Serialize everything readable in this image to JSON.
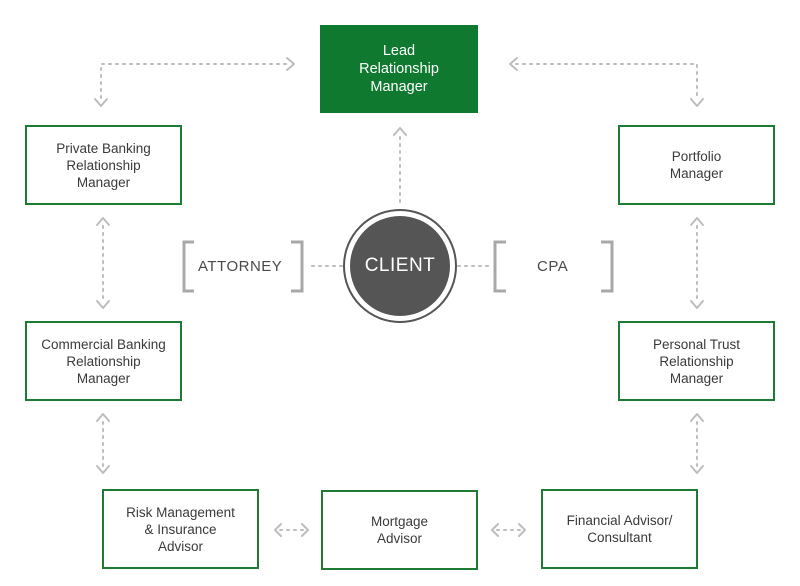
{
  "diagram": {
    "client": "CLIENT",
    "lead": "Lead\nRelationship\nManager",
    "private_banking": "Private Banking\nRelationship\nManager",
    "portfolio": "Portfolio\nManager",
    "commercial_banking": "Commercial Banking\nRelationship\nManager",
    "personal_trust": "Personal Trust\nRelationship\nManager",
    "risk_management": "Risk Management\n& Insurance\nAdvisor",
    "mortgage": "Mortgage\nAdvisor",
    "financial_advisor": "Financial Advisor/\nConsultant",
    "attorney": "ATTORNEY",
    "cpa": "CPA"
  },
  "colors": {
    "green": "#0f7a2f",
    "border_green": "#1f7a33",
    "client_fill": "#555555",
    "connector": "#bdbdbd",
    "bracket": "#a8a8a8"
  }
}
